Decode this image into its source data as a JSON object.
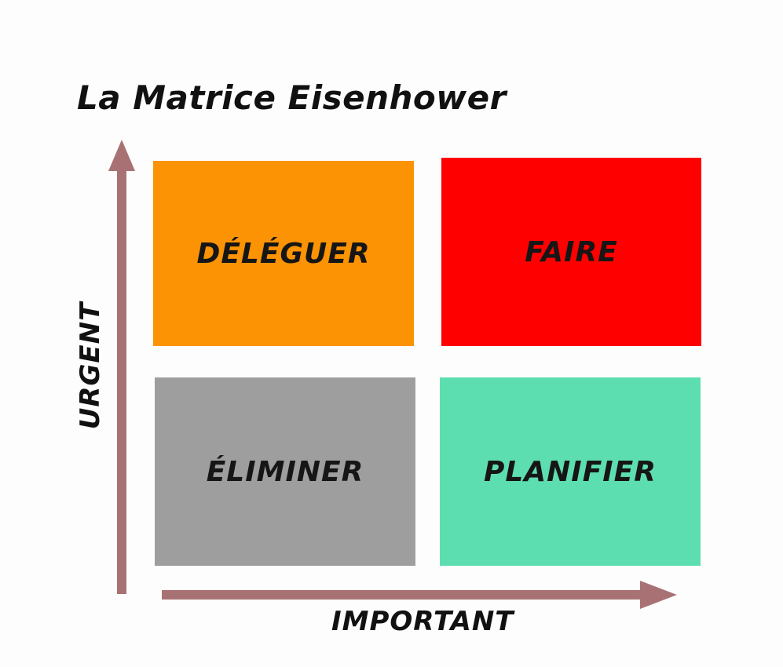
{
  "title": "La Matrice Eisenhower",
  "axes": {
    "y_label": "URGENT",
    "x_label": "IMPORTANT",
    "arrow_color": "#a87274"
  },
  "quadrants": [
    {
      "label": "DÉLÉGUER",
      "color": "#fc9304"
    },
    {
      "label": "FAIRE",
      "color": "#ff0000"
    },
    {
      "label": "ÉLIMINER",
      "color": "#9e9e9e"
    },
    {
      "label": "PLANIFIER",
      "color": "#5ddeb0"
    }
  ]
}
